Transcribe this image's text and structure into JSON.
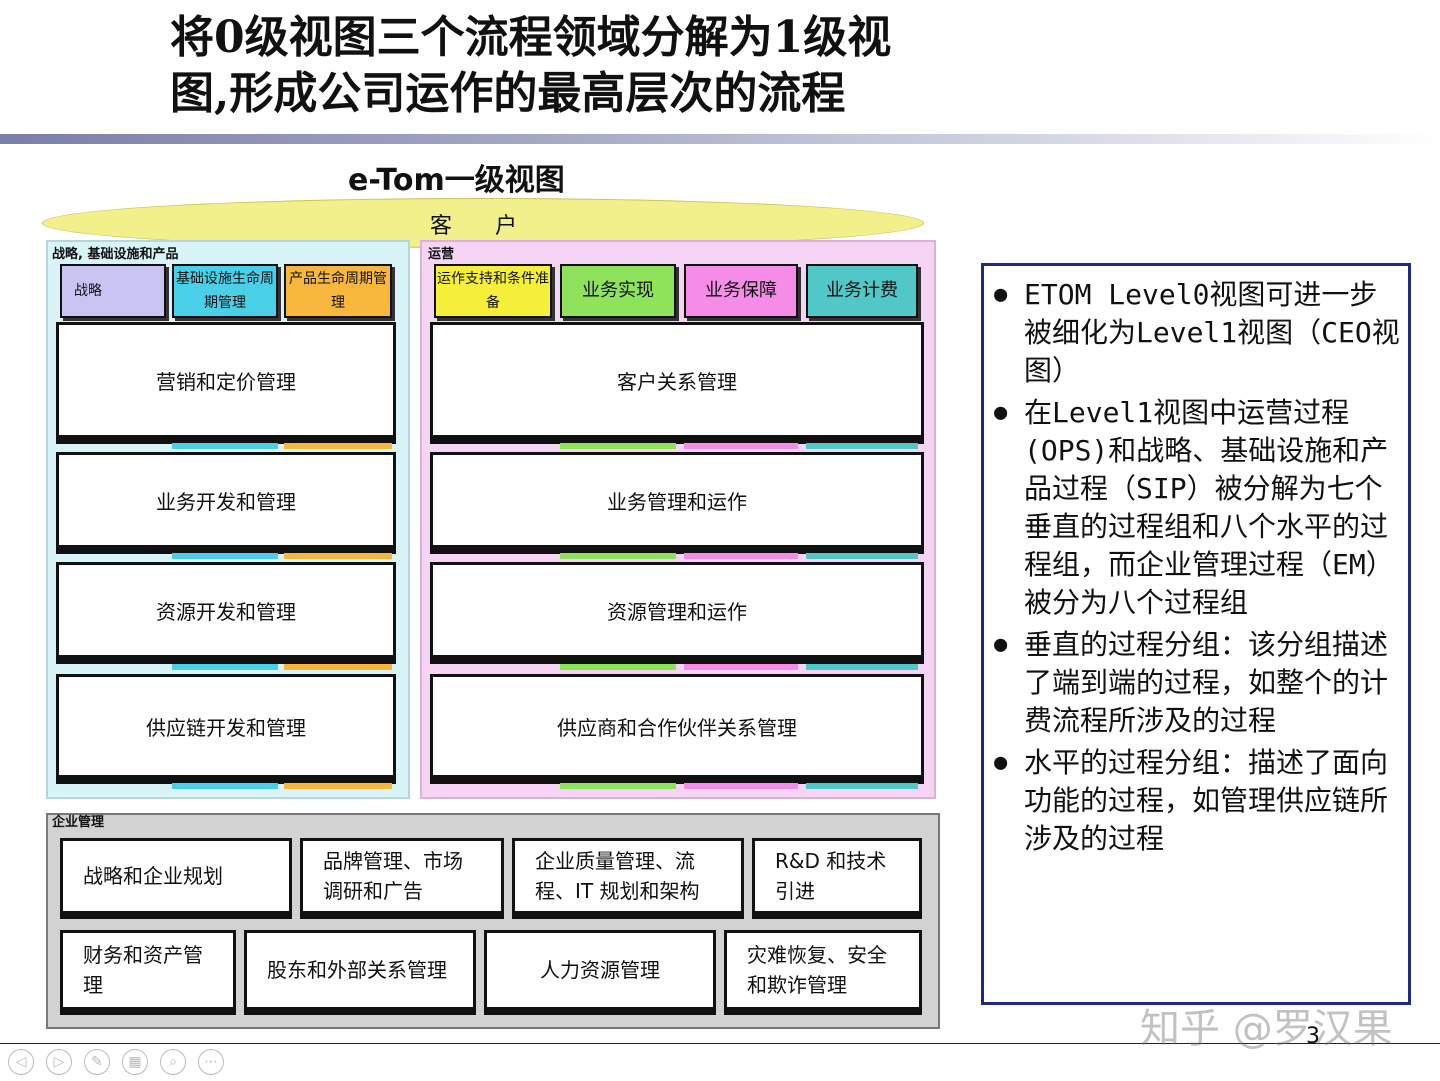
{
  "title": {
    "line1": "将0级视图三个流程领域分解为1级视",
    "line2": "图,形成公司运作的最高层次的流程"
  },
  "diagram": {
    "title": "e-Tom一级视图",
    "customer": "客 户",
    "sip": {
      "label": "战略, 基础设施和产品",
      "columns": [
        "战略",
        "基础设施生命周期管理",
        "产品生命周期管理"
      ],
      "column_colors": [
        "#c9c5f3",
        "#49cfe8",
        "#f6b73c"
      ],
      "rows": [
        "营销和定价管理",
        "业务开发和管理",
        "资源开发和管理",
        "供应链开发和管理"
      ]
    },
    "ops": {
      "label": "运营",
      "columns": [
        "运作支持和条件准备",
        "业务实现",
        "业务保障",
        "业务计费"
      ],
      "column_colors": [
        "#f5ef3a",
        "#8fe35a",
        "#f58de8",
        "#52c7c7"
      ],
      "rows": [
        "客户关系管理",
        "业务管理和运作",
        "资源管理和运作",
        "供应商和合作伙伴关系管理"
      ]
    },
    "em": {
      "label": "企业管理",
      "row1": [
        "战略和企业规划",
        "品牌管理、市场调研和广告",
        "企业质量管理、流程、IT 规划和架构",
        "R&D 和技术引进"
      ],
      "row2": [
        "财务和资产管理",
        "股东和外部关系管理",
        "人力资源管理",
        "灾难恢复、安全和欺诈管理"
      ]
    }
  },
  "bullets": [
    "ETOM Level0视图可进一步被细化为Level1视图（CEO视图）",
    "在Level1视图中运营过程(OPS)和战略、基础设施和产品过程（SIP）被分解为七个垂直的过程组和八个水平的过程组，而企业管理过程（EM）被分为八个过程组",
    "垂直的过程分组：该分组描述了端到端的过程，如整个的计费流程所涉及的过程",
    "水平的过程分组：描述了面向功能的过程，如管理供应链所涉及的过程"
  ],
  "footer": {
    "page_number": "3",
    "watermark": "知乎 @罗汉果"
  },
  "nav_icons": [
    "prev-icon",
    "next-icon",
    "pen-icon",
    "slides-icon",
    "zoom-icon",
    "more-icon"
  ]
}
